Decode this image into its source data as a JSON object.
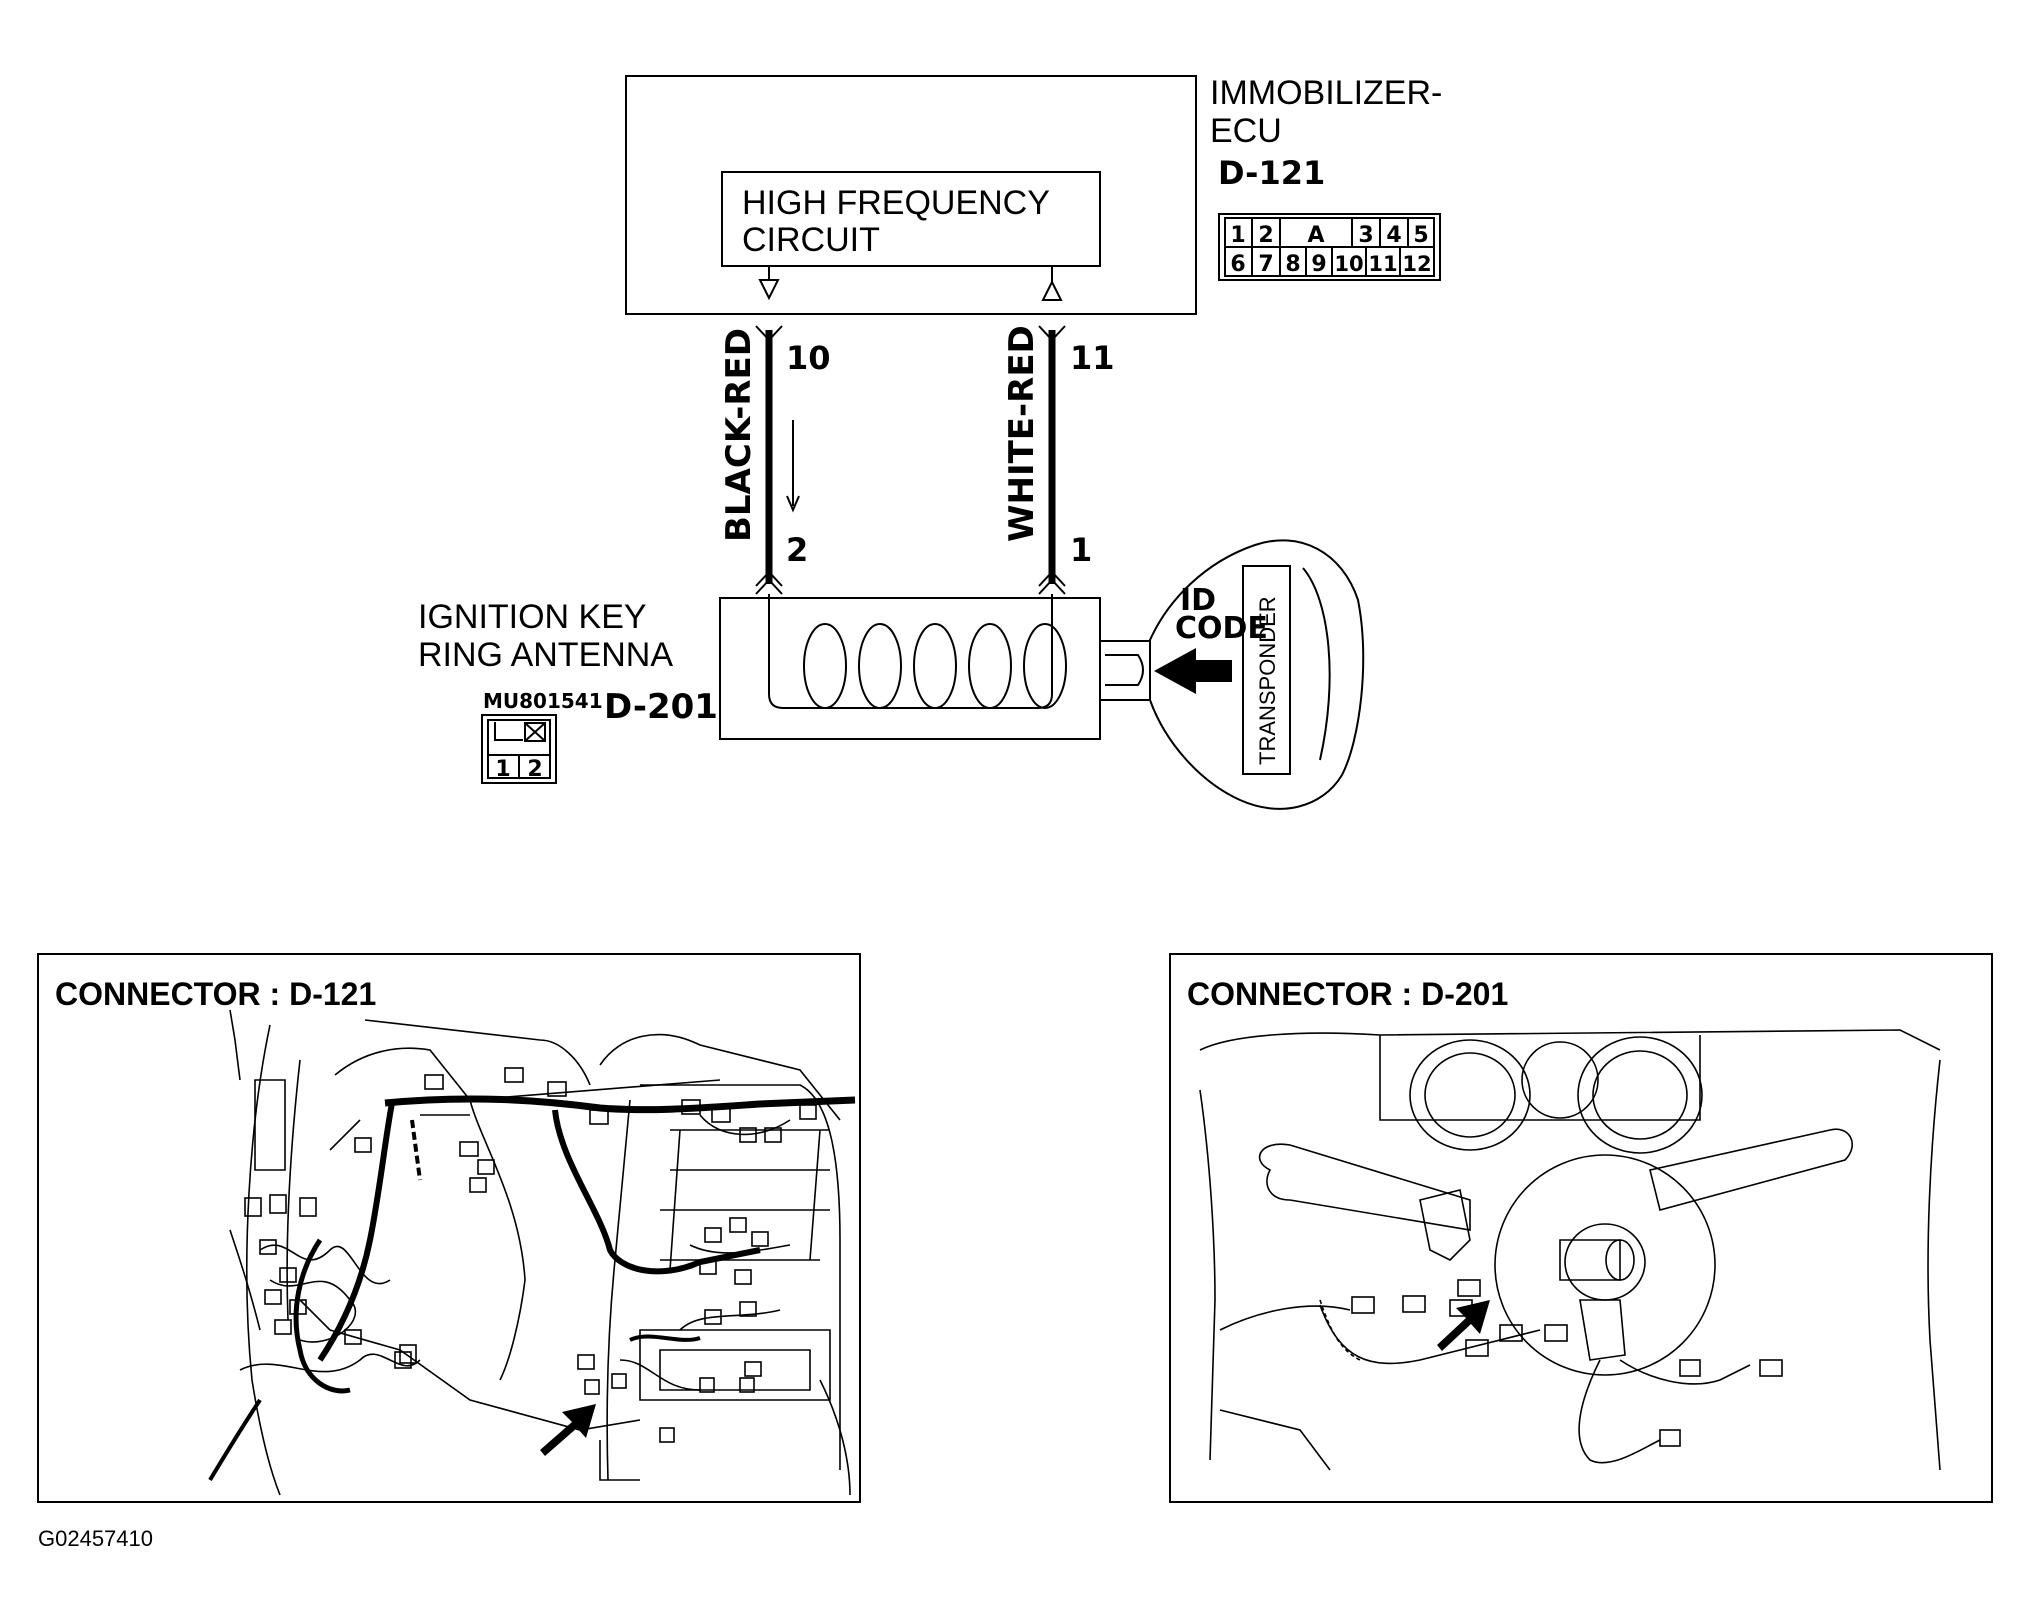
{
  "ecu": {
    "name_line1": "IMMOBILIZER-",
    "name_line2": "ECU",
    "connector_id": "D-121",
    "circuit_line1": "HIGH FREQUENCY",
    "circuit_line2": "CIRCUIT",
    "connector_pins_top": [
      "1",
      "2",
      "A",
      "3",
      "4",
      "5"
    ],
    "connector_pins_bottom": [
      "6",
      "7",
      "8",
      "9",
      "10",
      "11",
      "12"
    ]
  },
  "wires": {
    "left": {
      "color": "BLACK-RED",
      "ecu_pin": "10",
      "antenna_pin": "2"
    },
    "right": {
      "color": "WHITE-RED",
      "ecu_pin": "11",
      "antenna_pin": "1"
    }
  },
  "antenna": {
    "name_line1": "IGNITION KEY",
    "name_line2": "RING ANTENNA",
    "part_number": "MU801541",
    "connector_id": "D-201",
    "connector_pins": [
      "1",
      "2"
    ]
  },
  "key": {
    "signal_line1": "ID",
    "signal_line2": "CODE",
    "transponder_label": "TRANSPONDER"
  },
  "panels": [
    {
      "title": "CONNECTOR : D-121"
    },
    {
      "title": "CONNECTOR : D-201"
    }
  ],
  "figure_code": "G02457410"
}
